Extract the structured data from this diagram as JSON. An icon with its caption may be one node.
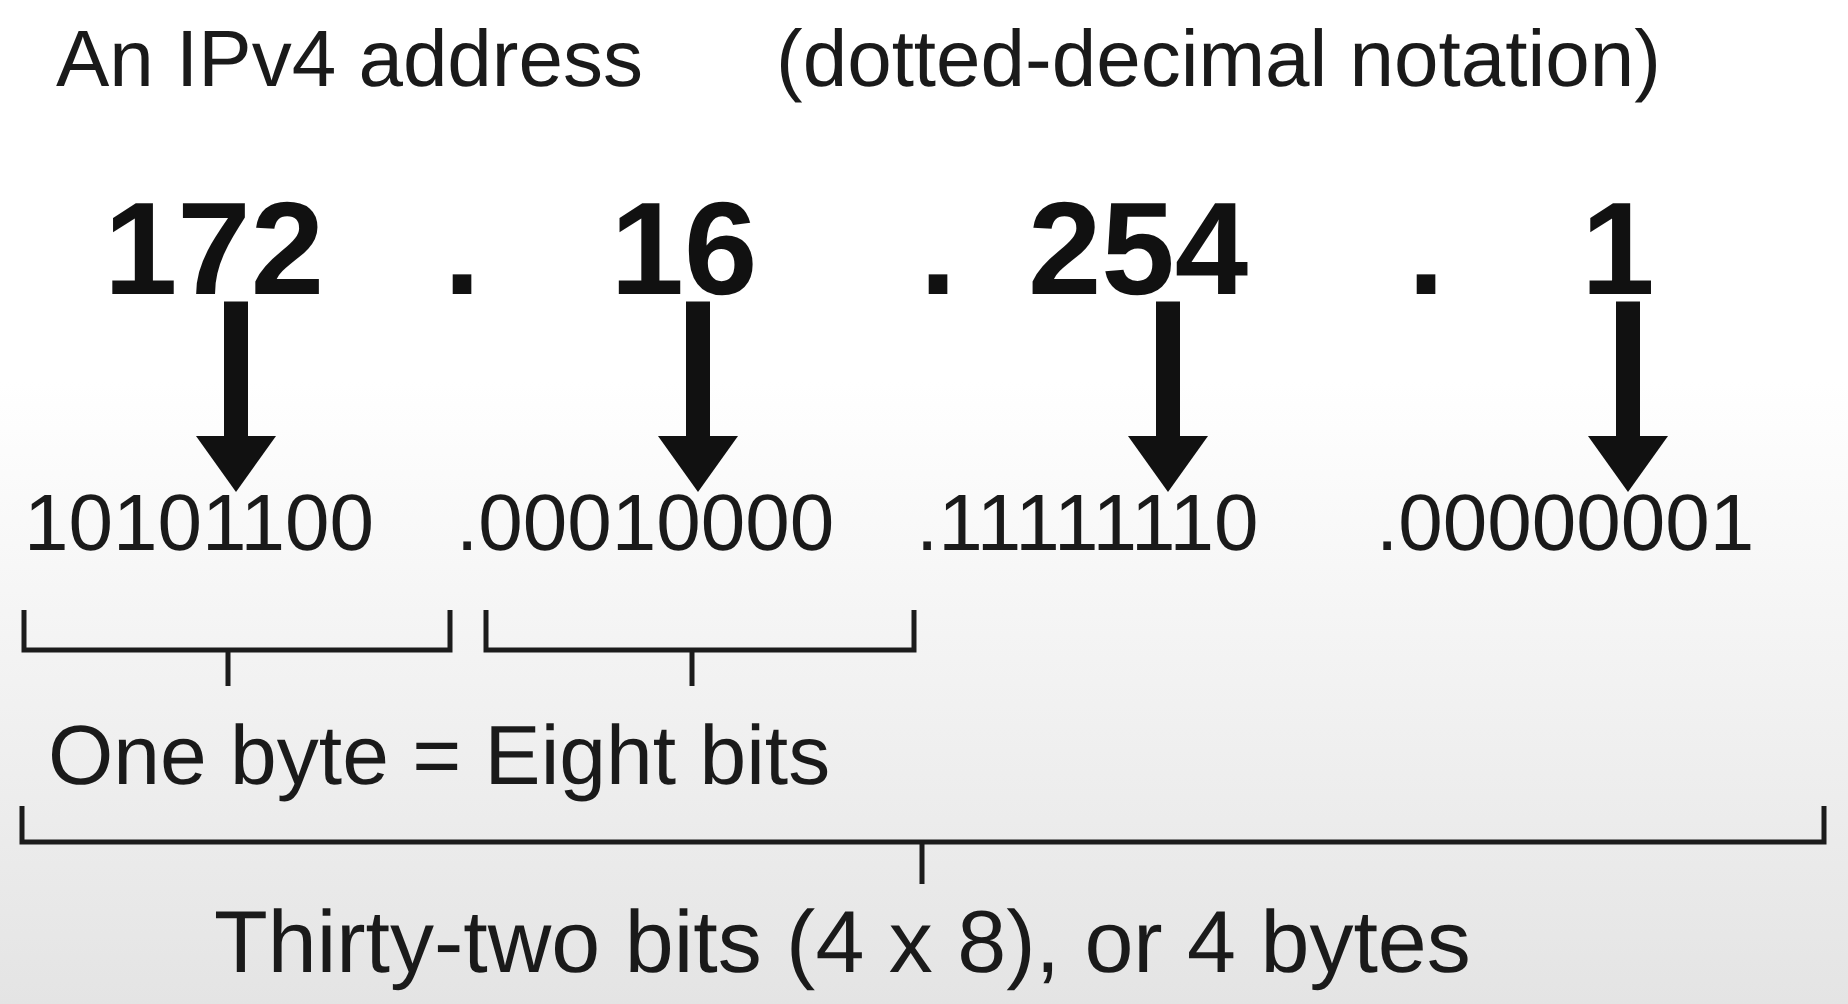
{
  "diagram": {
    "title": "An IPv4 address",
    "nodes": [
      {
        "text": [
          "172"
        ]
      },
      {
        "text": [
          "16"
        ]
      },
      {
        "text": [
          "254"
        ]
      },
      {
        "text": [
          "1"
        ]
      },
      {
        "text": [
          "10101100"
        ]
      },
      {
        "text": [
          ".00010000"
        ]
      },
      {
        "text": [
          ".11111110"
        ]
      },
      {
        "text": [
          ".00000001"
        ]
      }
    ],
    "edges": [
      {
        "from": 0,
        "to": 4,
        "arrow": "to"
      },
      {
        "from": 1,
        "to": 5,
        "arrow": "to"
      },
      {
        "from": 2,
        "to": 6,
        "arrow": "to"
      },
      {
        "from": 3,
        "to": 7,
        "arrow": "to"
      }
    ],
    "labels": [
      "(dotted-decimal notation)",
      ".",
      ".",
      ".",
      "One byte = Eight bits",
      "Thirty-two bits (4 x 8), or 4 bytes"
    ]
  }
}
